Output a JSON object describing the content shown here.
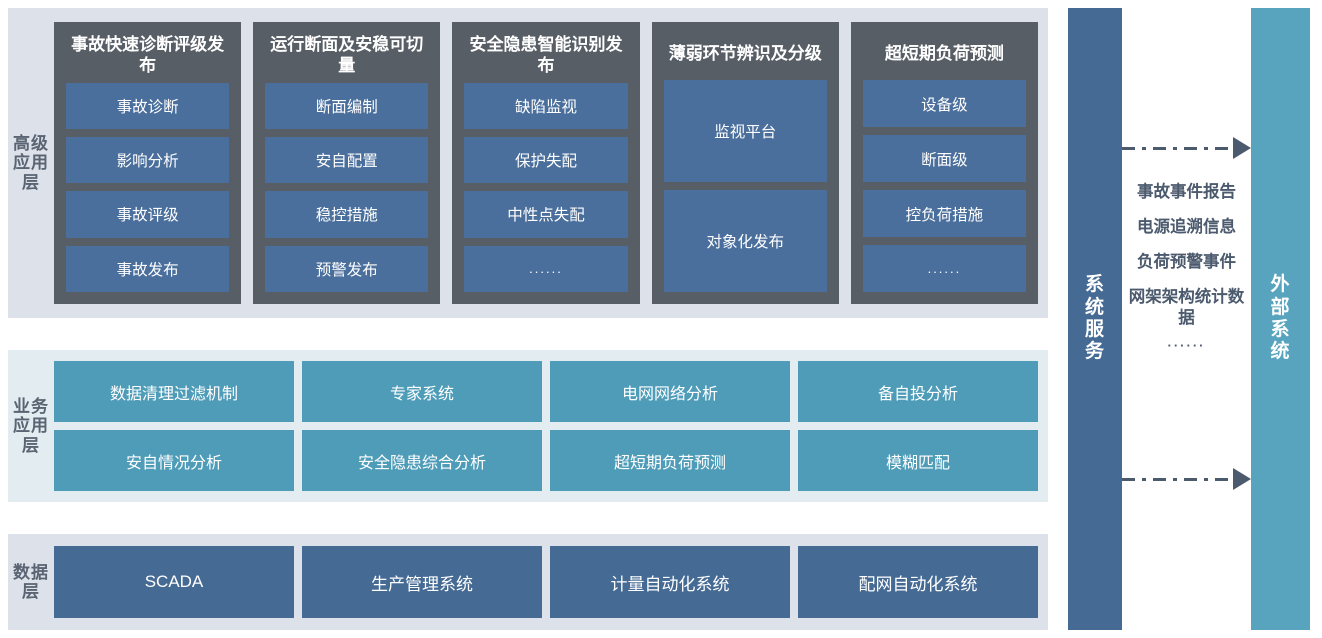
{
  "layers": [
    {
      "id": "advanced",
      "label": "高级应用层",
      "columns": [
        {
          "title": "事故快速诊断评级发布",
          "cards": [
            {
              "label": "事故诊断",
              "tall": false
            },
            {
              "label": "影响分析",
              "tall": false
            },
            {
              "label": "事故评级",
              "tall": false
            },
            {
              "label": "事故发布",
              "tall": false
            }
          ]
        },
        {
          "title": "运行断面及安稳可切量",
          "cards": [
            {
              "label": "断面编制",
              "tall": false
            },
            {
              "label": "安自配置",
              "tall": false
            },
            {
              "label": "稳控措施",
              "tall": false
            },
            {
              "label": "预警发布",
              "tall": false
            }
          ]
        },
        {
          "title": "安全隐患智能识别发布",
          "cards": [
            {
              "label": "缺陷监视",
              "tall": false
            },
            {
              "label": "保护失配",
              "tall": false
            },
            {
              "label": "中性点失配",
              "tall": false
            },
            {
              "label": "......",
              "tall": false,
              "dots": true
            }
          ]
        },
        {
          "title": "薄弱环节辨识及分级",
          "cards": [
            {
              "label": "监视平台",
              "tall": true
            },
            {
              "label": "对象化发布",
              "tall": true
            }
          ]
        },
        {
          "title": "超短期负荷预测",
          "cards": [
            {
              "label": "设备级",
              "tall": false
            },
            {
              "label": "断面级",
              "tall": false
            },
            {
              "label": "控负荷措施",
              "tall": false
            },
            {
              "label": "......",
              "tall": false,
              "dots": true
            }
          ]
        }
      ]
    },
    {
      "id": "business",
      "label": "业务应用层",
      "rows": [
        [
          "数据清理过滤机制",
          "专家系统",
          "电网网络分析",
          "备自投分析"
        ],
        [
          "安自情况分析",
          "安全隐患综合分析",
          "超短期负荷预测",
          "模糊匹配"
        ]
      ]
    },
    {
      "id": "data",
      "label": "数据层",
      "cards": [
        "SCADA",
        "生产管理系统",
        "计量自动化系统",
        "配网自动化系统"
      ]
    }
  ],
  "right_panel": {
    "system_service_label": "系统服务",
    "external_system_label": "外部系统",
    "flow_items": [
      "事故事件报告",
      "电源追溯信息",
      "负荷预警事件",
      "网架架构统计数据"
    ],
    "flow_ellipsis": "······"
  },
  "colors": {
    "layer_bg_grey": "#dde2ea",
    "layer_bg_cyan": "#e2ecf1",
    "panel_dark": "#585e66",
    "card_steel_blue": "#4a6f9c",
    "card_teal": "#4f9cb8",
    "card_data_blue": "#456a93",
    "bar_system": "#456a93",
    "bar_external": "#58a4be",
    "arrow": "#4c5a6e",
    "label_text": "#5a6472"
  }
}
